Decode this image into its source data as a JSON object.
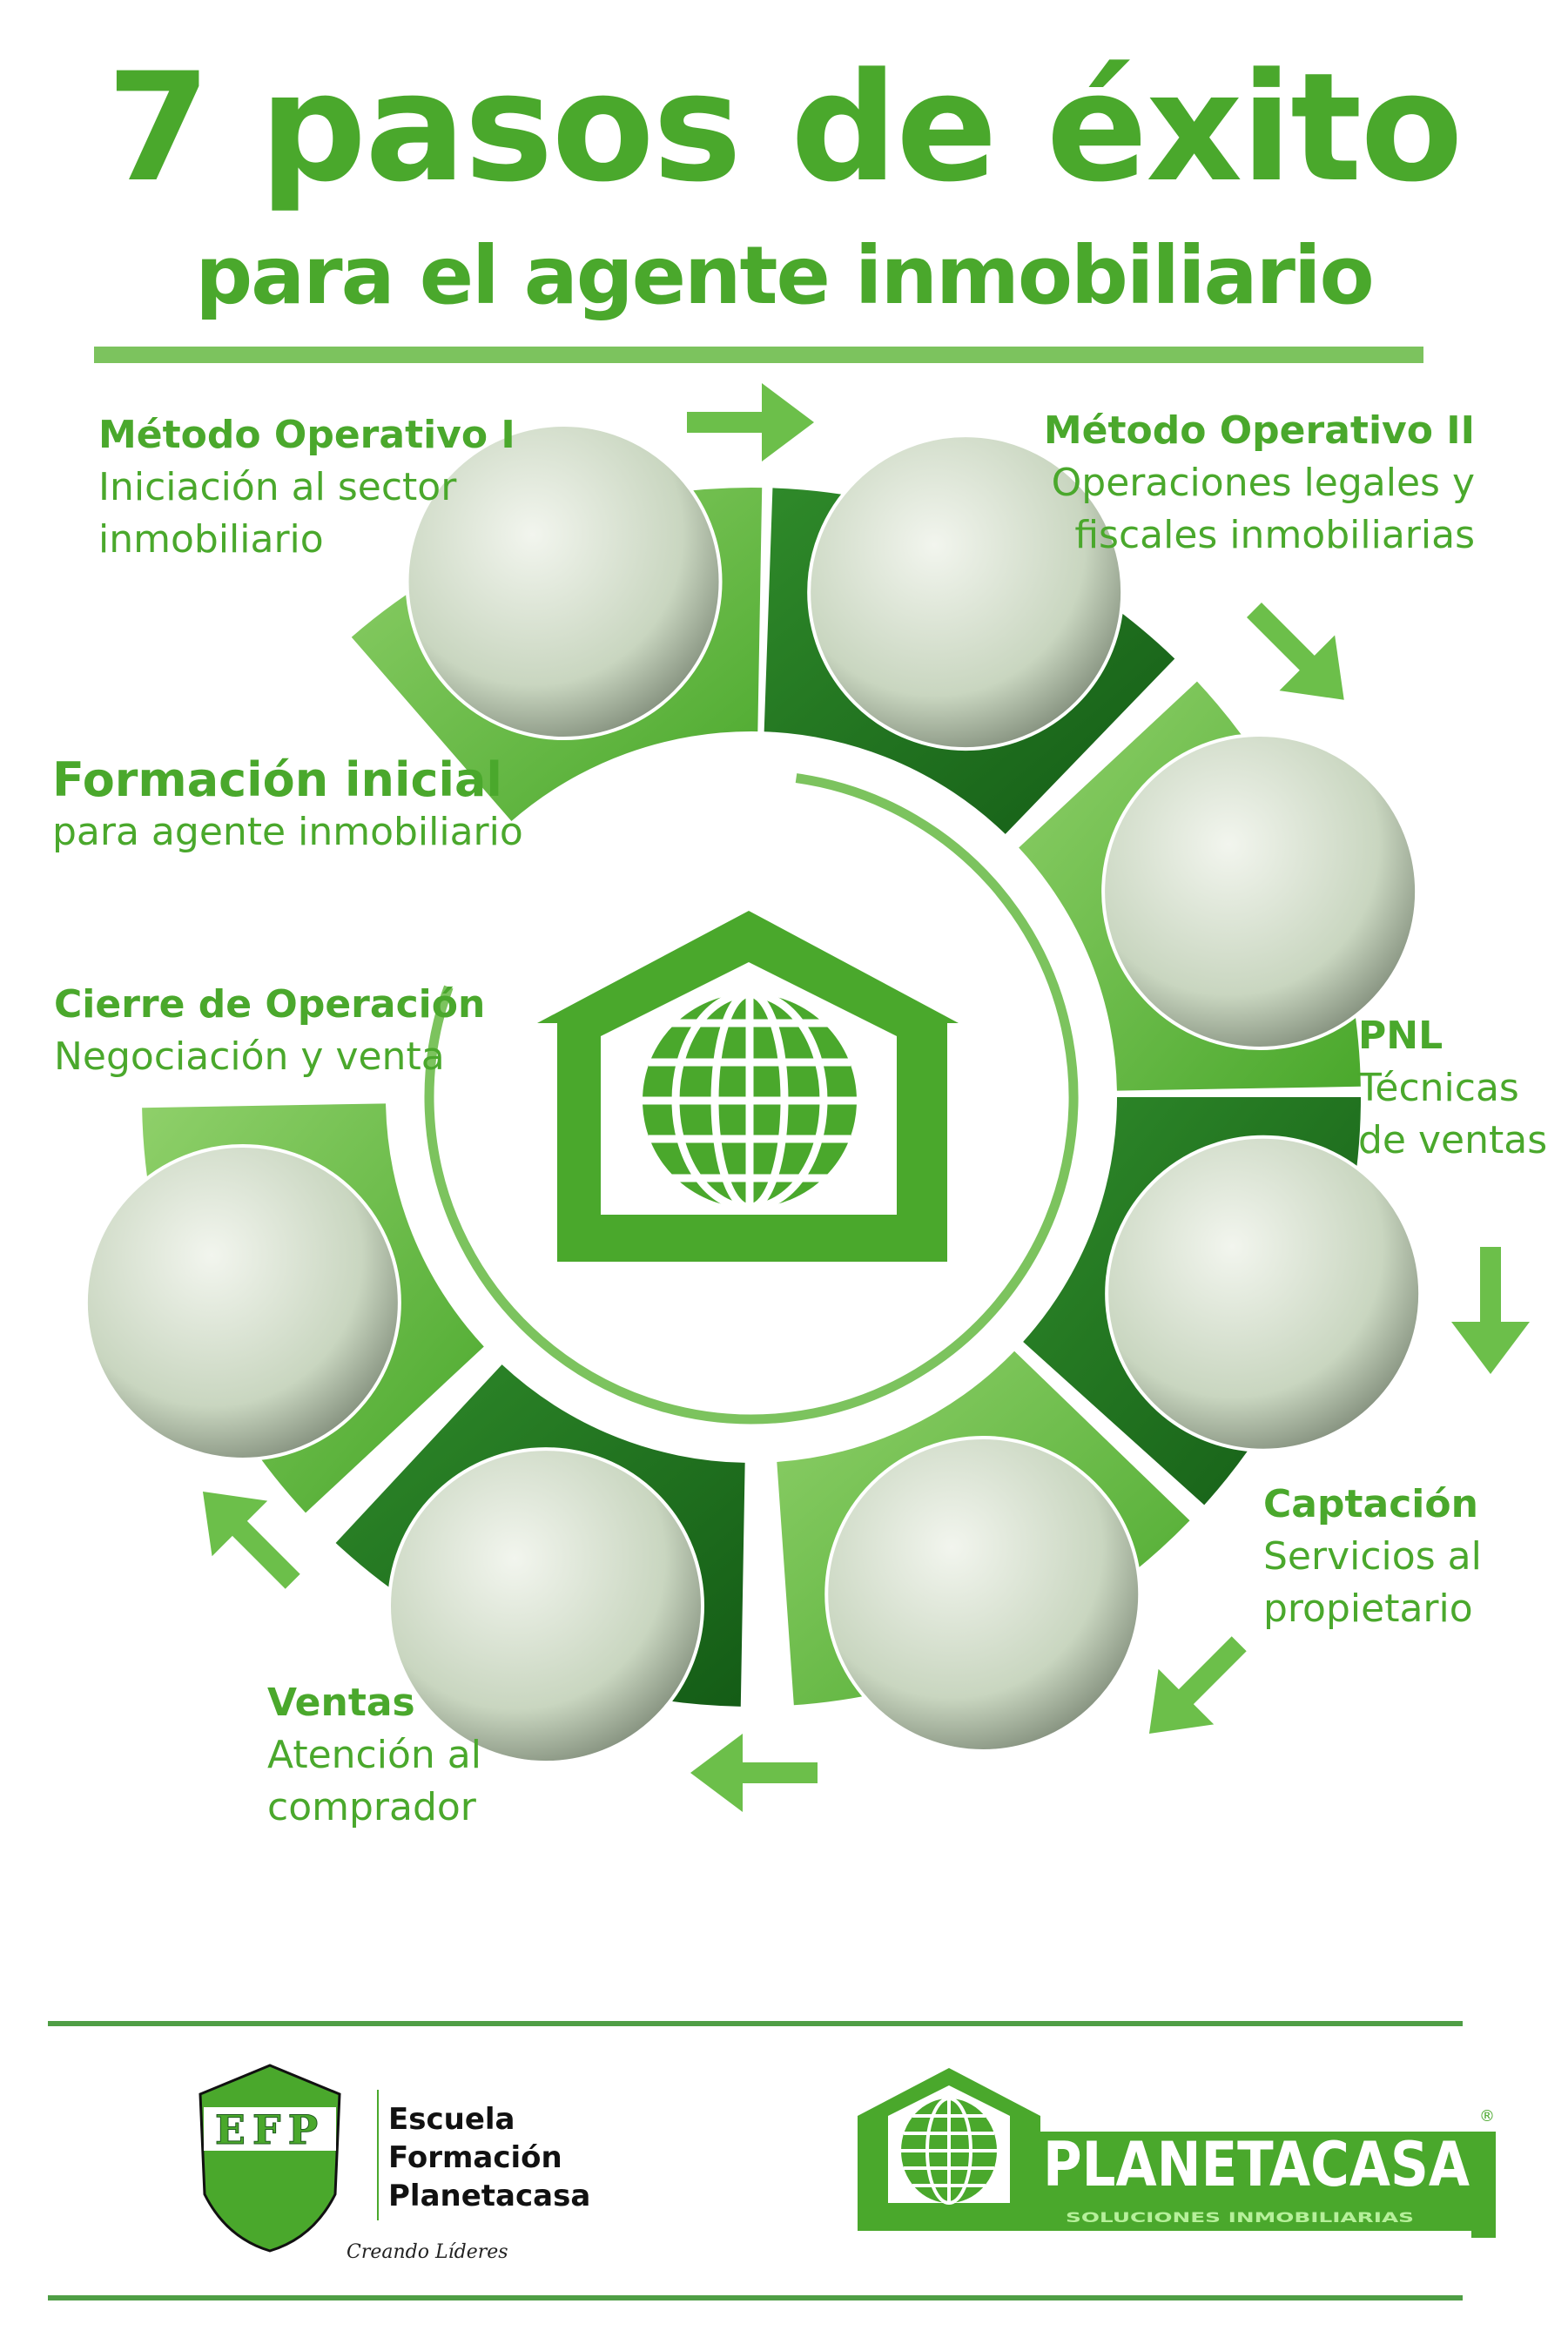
{
  "header": {
    "title": "7 pasos de éxito",
    "subtitle": "para el agente inmobiliario"
  },
  "steps": [
    {
      "title": "Método Operativo I",
      "lines": [
        "Iniciación al sector",
        "inmobiliario"
      ]
    },
    {
      "title": "Método Operativo II",
      "lines": [
        "Operaciones legales y",
        "fiscales inmobiliarias"
      ]
    },
    {
      "title": "PNL",
      "lines": [
        "Técnicas",
        "de ventas"
      ]
    },
    {
      "title": "Captación",
      "lines": [
        "Servicios al",
        "propietario"
      ]
    },
    {
      "title": "Ventas",
      "lines": [
        "Atención al",
        "comprador"
      ]
    },
    {
      "title": "Cierre de Operación",
      "lines": [
        "Negociación y venta"
      ]
    },
    {
      "title": "Formación inicial",
      "lines": [
        "para agente inmobiliario"
      ]
    }
  ],
  "photos": [
    "brochure-photo",
    "office-meeting-photo",
    "pnl-session-photo",
    "captacion-photo",
    "desk-work-photo",
    "seminar-photo",
    "handshake-photo"
  ],
  "footer": {
    "efp_letters": "EFP",
    "efp_lines": [
      "Escuela",
      "Formación",
      "Planetacasa"
    ],
    "efp_slogan": "Creando Líderes",
    "brand_name": "PLANETACASA",
    "brand_tagline": "SOLUCIONES INMOBILIARIAS",
    "registered": "®"
  },
  "colors": {
    "primary": "#4aa82c",
    "light": "#7cc35e",
    "dark": "#1e6a1e"
  }
}
